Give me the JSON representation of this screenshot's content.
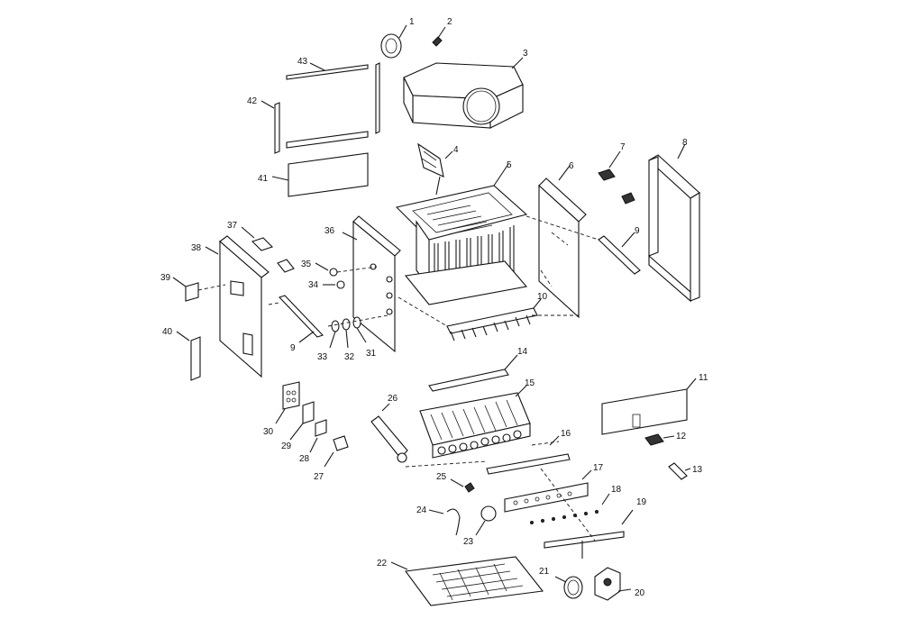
{
  "diagram": {
    "callouts": [
      "1",
      "2",
      "3",
      "4",
      "5",
      "6",
      "7",
      "8",
      "9",
      "10",
      "11",
      "12",
      "13",
      "14",
      "15",
      "16",
      "17",
      "18",
      "19",
      "20",
      "21",
      "22",
      "23",
      "24",
      "25",
      "26",
      "27",
      "28",
      "29",
      "30",
      "31",
      "32",
      "33",
      "34",
      "35",
      "36",
      "37",
      "38",
      "39",
      "40",
      "41",
      "42",
      "43",
      "9"
    ]
  }
}
